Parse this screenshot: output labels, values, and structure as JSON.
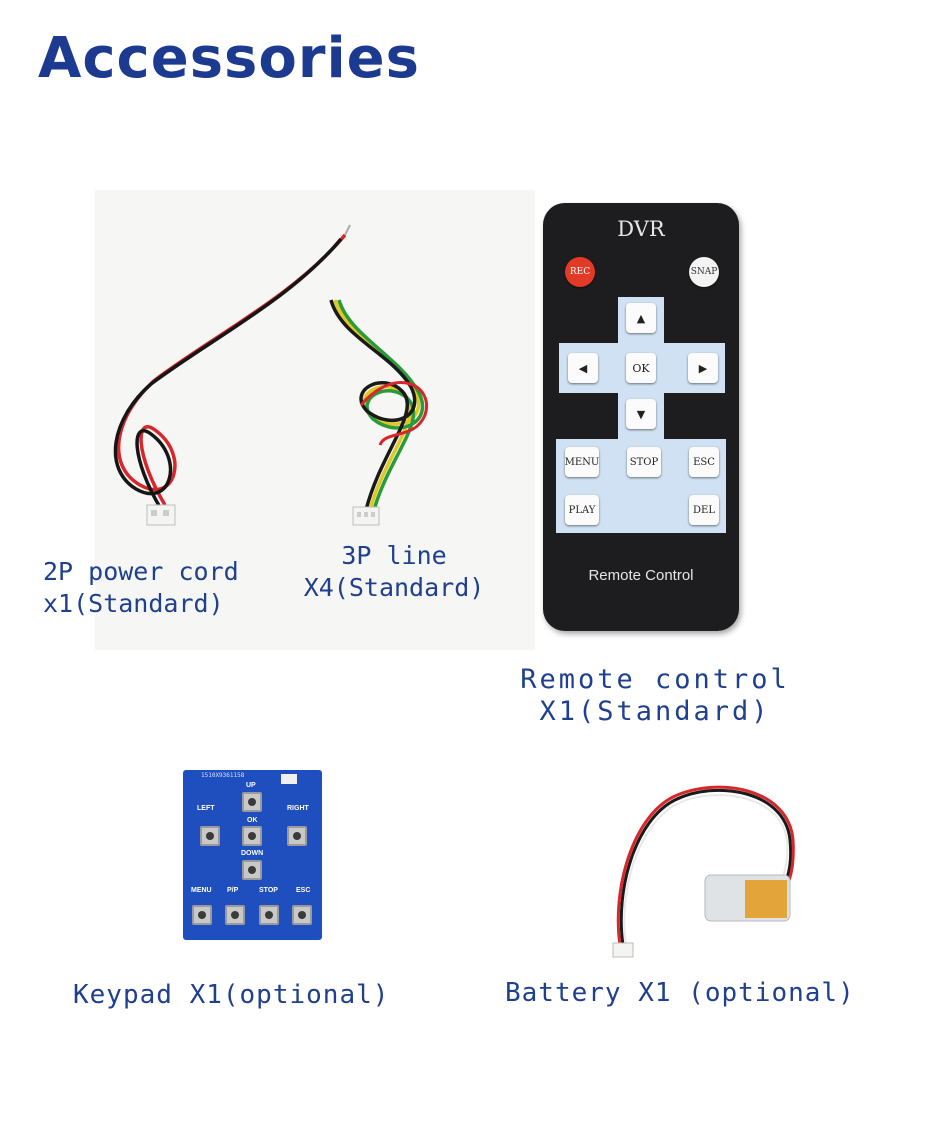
{
  "title": "Accessories",
  "captions": {
    "power_cord_line1": "2P power cord",
    "power_cord_line2": "x1(Standard)",
    "line3p_line1": "3P line",
    "line3p_line2": "X4(Standard)",
    "remote_line1": "Remote control",
    "remote_line2": "X1(Standard)",
    "keypad": "Keypad X1(optional)",
    "battery": "Battery X1 (optional)"
  },
  "remote": {
    "brand": "DVR",
    "rec": "REC",
    "snap": "SNAP",
    "up": "▲",
    "down": "▼",
    "left": "◀",
    "right": "▶",
    "ok": "OK",
    "menu": "MENU",
    "stop": "STOP",
    "esc": "ESC",
    "play": "PLAY",
    "del": "DEL",
    "footer": "Remote Control"
  },
  "keypad_board": {
    "serial": "1510X9361158",
    "up": "UP",
    "left": "LEFT",
    "ok": "OK",
    "right": "RIGHT",
    "down": "DOWN",
    "menu": "MENU",
    "pp": "P/P",
    "stop": "STOP",
    "esc": "ESC"
  },
  "colors": {
    "title": "#1c3a8f",
    "caption": "#1f3f8f",
    "pcb": "#1f4fbf",
    "remote_body": "#1d1d1f",
    "remote_panel": "#cfe1f2"
  }
}
